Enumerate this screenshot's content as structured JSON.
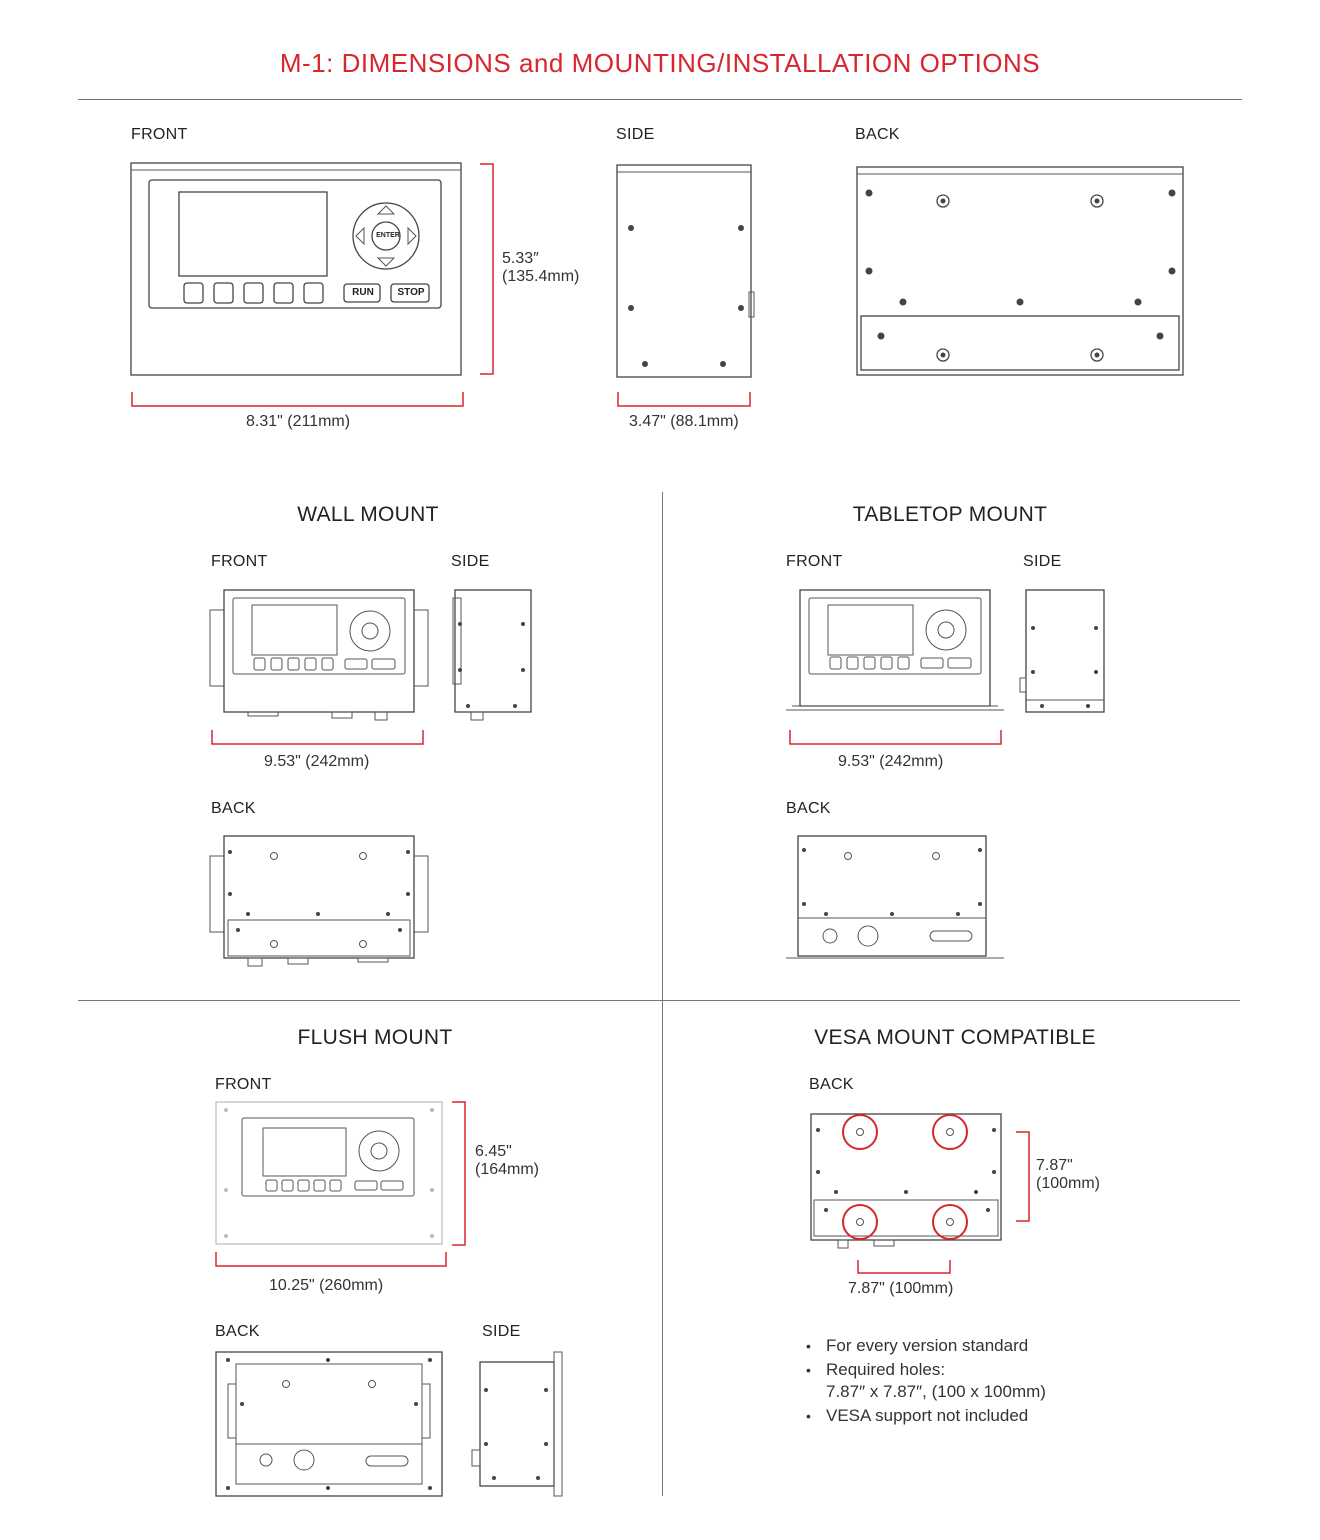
{
  "title": "M-1: DIMENSIONS and MOUNTING/INSTALLATION OPTIONS",
  "colors": {
    "accent": "#d8262e",
    "line": "#444444"
  },
  "top": {
    "front_label": "FRONT",
    "side_label": "SIDE",
    "back_label": "BACK",
    "height_dim_1": "5.33″",
    "height_dim_2": "(135.4mm)",
    "width_dim": "8.31\" (211mm)",
    "depth_dim": "3.47\" (88.1mm)",
    "run_label": "RUN",
    "stop_label": "STOP",
    "enter_label": "ENTER"
  },
  "wall": {
    "title": "WALL MOUNT",
    "front_label": "FRONT",
    "side_label": "SIDE",
    "back_label": "BACK",
    "width_dim": "9.53\" (242mm)"
  },
  "tabletop": {
    "title": "TABLETOP MOUNT",
    "front_label": "FRONT",
    "side_label": "SIDE",
    "back_label": "BACK",
    "width_dim": "9.53\" (242mm)"
  },
  "flush": {
    "title": "FLUSH MOUNT",
    "front_label": "FRONT",
    "back_label": "BACK",
    "side_label": "SIDE",
    "height_dim_1": "6.45\"",
    "height_dim_2": "(164mm)",
    "width_dim": "10.25\" (260mm)"
  },
  "vesa": {
    "title": "VESA MOUNT COMPATIBLE",
    "back_label": "BACK",
    "height_dim_1": "7.87\"",
    "height_dim_2": "(100mm)",
    "width_dim": "7.87\" (100mm)",
    "bullets": [
      "For every version standard",
      "Required holes:",
      "7.87″ x 7.87″, (100 x 100mm)",
      "VESA support not included"
    ]
  }
}
